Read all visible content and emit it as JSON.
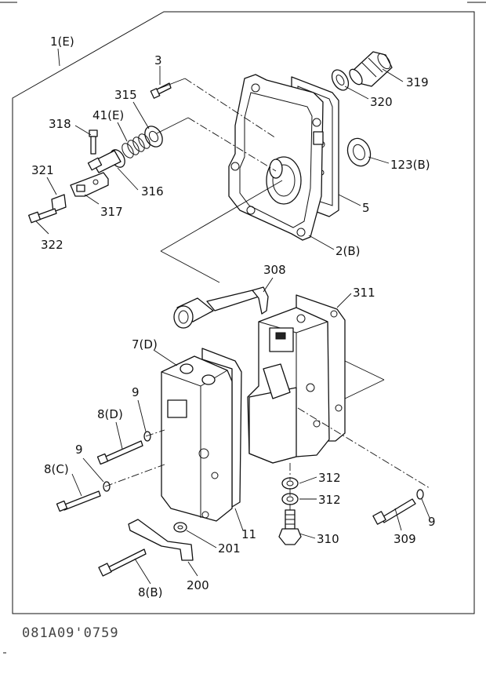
{
  "drawing_code": "081A09'0759",
  "labels": {
    "l1E": "1(E)",
    "l3": "3",
    "l315": "315",
    "l41E": "41(E)",
    "l318": "318",
    "l321": "321",
    "l316": "316",
    "l317": "317",
    "l322": "322",
    "l319": "319",
    "l320": "320",
    "l123B": "123(B)",
    "l5": "5",
    "l2B": "2(B)",
    "l308": "308",
    "l311": "311",
    "l7D": "7(D)",
    "l9a": "9",
    "l8D": "8(D)",
    "l9b": "9",
    "l8C": "8(C)",
    "l312a": "312",
    "l312b": "312",
    "l310": "310",
    "l309": "309",
    "l9c": "9",
    "l11": "11",
    "l201": "201",
    "l200": "200",
    "l8B": "8(B)"
  }
}
